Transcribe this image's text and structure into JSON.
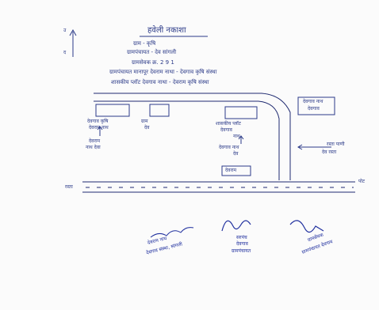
{
  "map": {
    "title": "हवेली नकाशा",
    "line1": "ग्राम - कृषि",
    "line2": "ग्रामपंचायत - देव सांगली",
    "line3": "ग्रामसेवक क्र. 2 9 1",
    "line4": "ग्रामपंचायत मानापूर देवराम नाथा - देवगाव कृषि संस्था",
    "line5": "शासकीय प्लॉट देवगाव नाथा - देवराम कृषि संस्था",
    "north_top": "उ",
    "north_bottom": "द",
    "box1_label_a": "देवगाव कृषि",
    "box1_label_b": "देवराम नाथ",
    "box2_label_a": "ग्राम",
    "box2_label_b": "देव",
    "box3_label_a": "शासकीय प्लॉट",
    "box3_label_b": "देवगाव",
    "box3_label_c": "नाथ",
    "left_label_a": "देवराम",
    "left_label_b": "नाथ देवा",
    "center_label_a": "देवगाव नाथ",
    "center_label_b": "देव",
    "right_box_a": "देवगाव नाथ",
    "right_box_b": "देवगाव",
    "right_arrow_a": "रस्ता पाणी",
    "right_arrow_b": "देव रस्ता",
    "small_box": "देवराम",
    "road_left": "रस्ता",
    "road_right": "पोट",
    "sig1_a": "देवराम नाथ",
    "sig1_b": "देवगाव संस्था, सांगली",
    "sig2_a": "सरपंच",
    "sig2_b": "देवगाव",
    "sig2_c": "ग्रामपंचायत",
    "sig3_a": "ग्रामसेवक",
    "sig3_b": "ग्रामपंचायत देवगाव"
  }
}
